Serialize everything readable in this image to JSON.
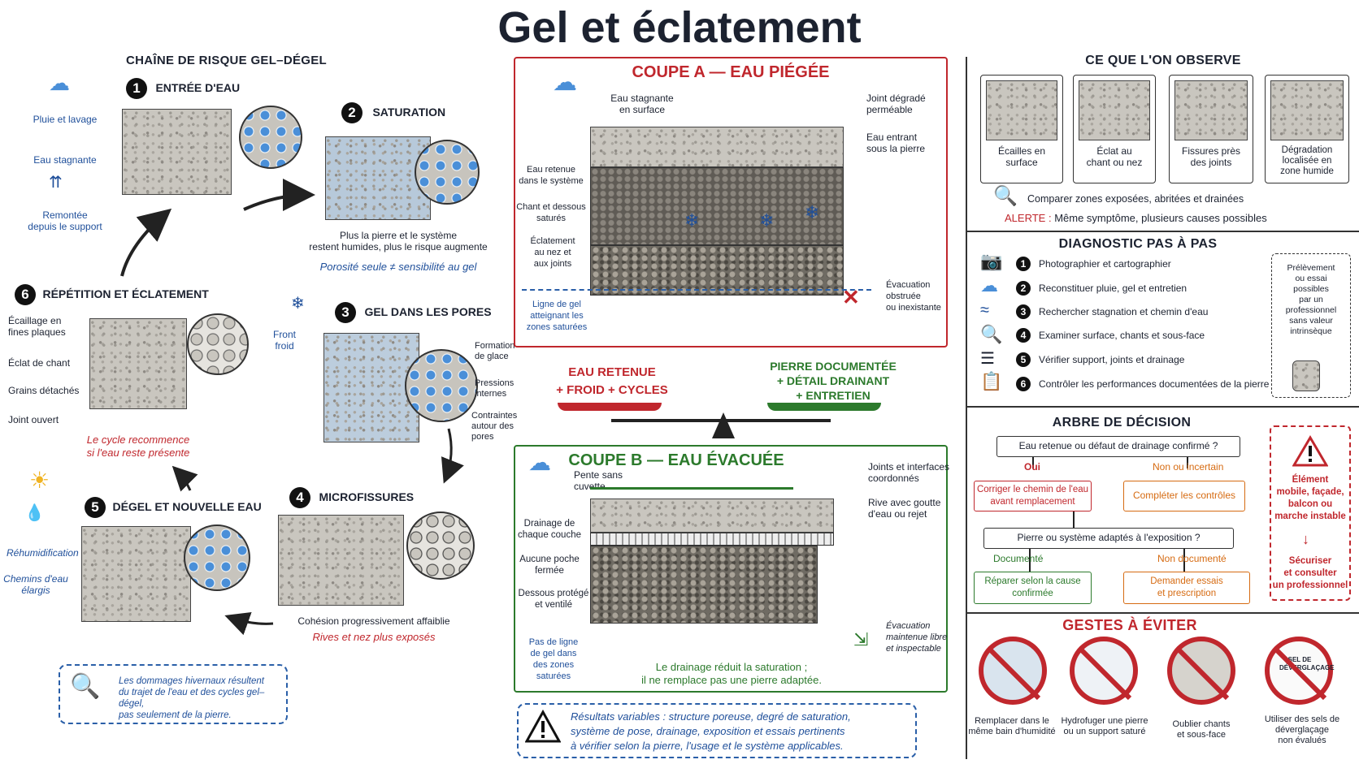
{
  "title": "Gel et éclatement",
  "left": {
    "heading": "CHAÎNE DE RISQUE GEL–DÉGEL",
    "side": {
      "rain": "Pluie et lavage",
      "stagnant": "Eau stagnante",
      "rise": "Remontée\ndepuis le support"
    },
    "s1": {
      "num": "1",
      "title": "ENTRÉE D'EAU"
    },
    "s2": {
      "num": "2",
      "title": "SATURATION",
      "caption": "Plus la pierre et le système\nrestent humides, plus le risque augmente",
      "note": "Porosité seule ≠ sensibilité au gel"
    },
    "s3": {
      "num": "3",
      "title": "GEL DANS LES PORES",
      "front": "Front\nfroid",
      "labels": [
        "Formation\nde glace",
        "Pressions\ninternes",
        "Contraintes\nautour des\npores"
      ]
    },
    "s4": {
      "num": "4",
      "title": "MICROFISSURES",
      "caption": "Cohésion progressivement affaiblie",
      "note": "Rives et nez plus exposés"
    },
    "s5": {
      "num": "5",
      "title": "DÉGEL ET NOUVELLE EAU",
      "side1": "Réhumidification",
      "side2": "Chemins d'eau\nélargis"
    },
    "s6": {
      "num": "6",
      "title": "RÉPÉTITION ET ÉCLATEMENT",
      "labels": [
        "Écaillage en\nfines plaques",
        "Éclat de chant",
        "Grains détachés",
        "Joint ouvert"
      ],
      "note": "Le cycle recommence\nsi l'eau reste présente"
    },
    "info": "Les dommages hivernaux résultent\ndu trajet de l'eau et des cycles gel–dégel,\npas seulement de la pierre."
  },
  "center": {
    "a": {
      "title": "COUPE A — EAU PIÉGÉE",
      "labels": {
        "stagnant": "Eau stagnante\nen surface",
        "joint": "Joint dégradé\nperméable",
        "entering": "Eau entrant\nsous la pierre",
        "retained": "Eau retenue\ndans le système",
        "chant": "Chant et dessous\nsaturés",
        "eclat": "Éclatement\nau nez et\naux joints",
        "frost": "Ligne de gel\natteignant les\nzones saturées",
        "evac": "Évacuation\nobstruée\nou inexistante"
      }
    },
    "balance": {
      "left": "EAU RETENUE\n+ FROID + CYCLES",
      "right": "PIERRE DOCUMENTÉE\n+ DÉTAIL DRAINANT\n+ ENTRETIEN"
    },
    "b": {
      "title": "COUPE B — EAU ÉVACUÉE",
      "labels": {
        "slope": "Pente sans\ncuvette",
        "joints": "Joints et interfaces\ncoordonnés",
        "rive": "Rive avec goutte\nd'eau ou rejet",
        "drain": "Drainage de\nchaque couche",
        "poche": "Aucune poche\nfermée",
        "dessous": "Dessous protégé\net ventilé",
        "frost": "Pas de ligne\nde gel dans\ndes zones saturées",
        "evac": "Évacuation\nmaintenue libre\net inspectable"
      },
      "caption": "Le drainage réduit la saturation ;\nil ne remplace pas une pierre adaptée."
    },
    "warning": {
      "line1": "Résultats variables : structure poreuse, degré de saturation,",
      "line2": "système de pose, drainage, exposition et essais pertinents",
      "line3": "à vérifier selon la pierre, l'usage et le système applicables."
    }
  },
  "right": {
    "observe": {
      "heading": "CE QUE L'ON OBSERVE",
      "items": [
        "Écailles en\nsurface",
        "Éclat au\nchant ou nez",
        "Fissures près\ndes joints",
        "Dégradation\nlocalisée en\nzone humide"
      ],
      "compare": "Comparer zones exposées, abritées et drainées",
      "alert_label": "ALERTE :",
      "alert_text": "Même symptôme, plusieurs causes possibles"
    },
    "diag": {
      "heading": "DIAGNOSTIC PAS À PAS",
      "steps": [
        {
          "n": "1",
          "t": "Photographier et cartographier"
        },
        {
          "n": "2",
          "t": "Reconstituer pluie, gel et entretien"
        },
        {
          "n": "3",
          "t": "Rechercher stagnation et chemin d'eau"
        },
        {
          "n": "4",
          "t": "Examiner surface, chants et sous-face"
        },
        {
          "n": "5",
          "t": "Vérifier support, joints et drainage"
        },
        {
          "n": "6",
          "t": "Contrôler les performances documentées de la pierre"
        }
      ],
      "side": "Prélèvement\nou essai\npossibles\npar un\nprofessionnel\nsans valeur\nintrinsèque"
    },
    "tree": {
      "heading": "ARBRE DE DÉCISION",
      "q1": "Eau retenue ou défaut de drainage confirmé ?",
      "yes1": "Oui",
      "unsure": "Non ou incertain",
      "a1": "Corriger le chemin de l'eau\navant remplacement",
      "a2": "Compléter les contrôles",
      "q2": "Pierre ou système adaptés à l'exposition ?",
      "doc": "Documenté",
      "nodoc": "Non documenté",
      "a3": "Réparer selon la cause\nconfirmée",
      "a4": "Demander essais\net prescription",
      "side1": "Élément\nmobile, façade,\nbalcon ou\nmarche instable",
      "side2": "Sécuriser\net consulter\nun professionnel"
    },
    "avoid": {
      "heading": "GESTES À ÉVITER",
      "items": [
        "Remplacer dans le\nmême bain d'humidité",
        "Hydrofuger une pierre\nou un support saturé",
        "Oublier chants\net sous-face",
        "Utiliser des sels de\ndéverglaçage\nnon évalués"
      ],
      "bag": "SEL DE\nDÉVERGLAÇAGE"
    }
  },
  "colors": {
    "red": "#c0272d",
    "green": "#2c7a2c",
    "blue": "#1f4f9a",
    "orange": "#d66b12",
    "water": "#4a8fd8"
  }
}
